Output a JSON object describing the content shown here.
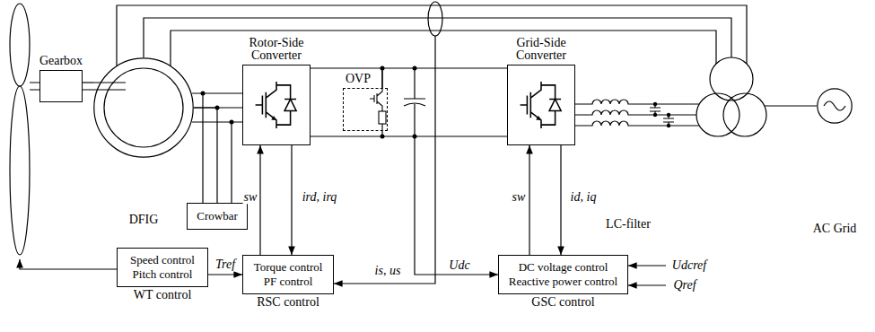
{
  "diagram": {
    "nodes": [
      {
        "text": [
          "Gearbox"
        ]
      },
      {
        "text": [
          "DFIG"
        ]
      },
      {
        "text": [
          "Crowbar"
        ]
      },
      {
        "text": [
          "Rotor-Side Converter"
        ]
      },
      {
        "text": [
          "OVP"
        ]
      },
      {
        "text": [
          "Grid-Side Converter"
        ]
      },
      {
        "text": [
          "AC Grid"
        ]
      },
      {
        "text": [
          "Speed control",
          "Pitch control",
          "WT control"
        ]
      },
      {
        "text": [
          "Torque control",
          "PF control",
          "RSC control"
        ]
      },
      {
        "text": [
          "DC voltage control",
          "Reactive power control",
          "GSC control"
        ]
      }
    ],
    "edges": [
      {
        "from": 0,
        "to": 1,
        "arrow": "none"
      },
      {
        "from": 1,
        "to": 3,
        "arrow": "none"
      },
      {
        "from": 1,
        "to": 2,
        "arrow": "none"
      },
      {
        "from": 3,
        "to": 4,
        "arrow": "none"
      },
      {
        "from": 4,
        "to": 5,
        "arrow": "none"
      },
      {
        "from": 8,
        "to": 3,
        "label": "sw",
        "arrow": "to"
      },
      {
        "from": 3,
        "to": 8,
        "label": "ird, irq",
        "arrow": "to"
      },
      {
        "from": 9,
        "to": 5,
        "label": "sw",
        "arrow": "to"
      },
      {
        "from": 5,
        "to": 9,
        "label": "id, iq",
        "arrow": "to"
      },
      {
        "from": 7,
        "to": 8,
        "label": "Tref",
        "arrow": "to"
      }
    ],
    "labels": [
      "is, us",
      "Udc",
      "Udcref",
      "Qref",
      "LC-filter"
    ]
  }
}
